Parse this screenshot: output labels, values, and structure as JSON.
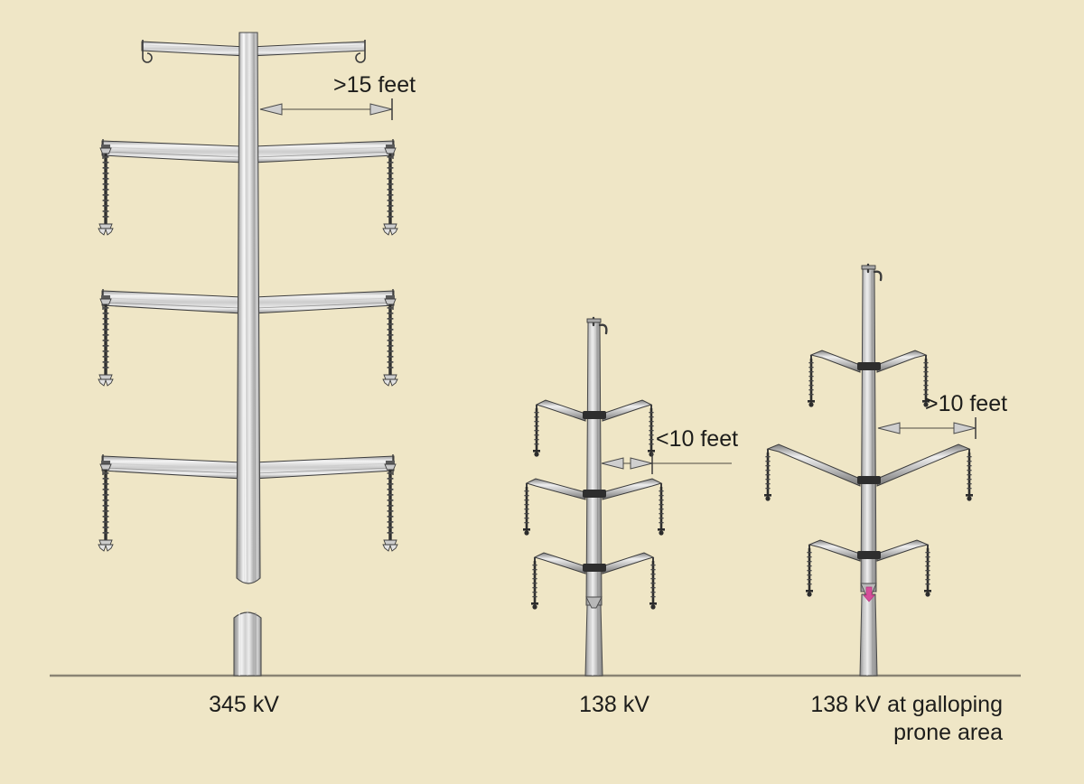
{
  "figure": {
    "background_color": "#efe6c6",
    "ground_line_color": "#8a8474",
    "steel_color": "#a8a8a8",
    "outline_color": "#3c3c3c",
    "marker_color": "#d54f9a"
  },
  "structures": [
    {
      "id": "tower-345kv",
      "caption": "345 kV",
      "voltage": "345 kV",
      "type": "steel monopole with horizontal crossarms",
      "crossarm_count": 3,
      "shield_wire_arm": true,
      "insulator_style": "suspension string",
      "dimension": {
        "label": ">15 feet",
        "meaning": "phase-to-phase conductor spacing",
        "arrow_direction": "outward"
      }
    },
    {
      "id": "tower-138kv",
      "caption": "138 kV",
      "voltage": "138 kV",
      "type": "steel monopole with narrow V crossarms",
      "crossarm_count": 3,
      "shield_wire_arm": false,
      "insulator_style": "post insulator",
      "dimension": {
        "label": "<10 feet",
        "meaning": "phase-to-phase conductor spacing",
        "arrow_direction": "inward"
      }
    },
    {
      "id": "tower-138kv-galloping",
      "caption": "138 kV at galloping\nprone area",
      "voltage": "138 kV",
      "type": "steel monopole with wide crossarms for galloping clearance",
      "crossarm_count": 3,
      "shield_wire_arm": false,
      "insulator_style": "post insulator",
      "splice_marker": true,
      "dimension": {
        "label": ">10 feet",
        "meaning": "phase-to-phase conductor spacing",
        "arrow_direction": "outward"
      }
    }
  ],
  "captions": {
    "left": "345 kV",
    "middle": "138 kV",
    "right": "138 kV at galloping\nprone area"
  },
  "dimensions": {
    "left": ">15 feet",
    "middle": "<10 feet",
    "right": ">10 feet"
  }
}
